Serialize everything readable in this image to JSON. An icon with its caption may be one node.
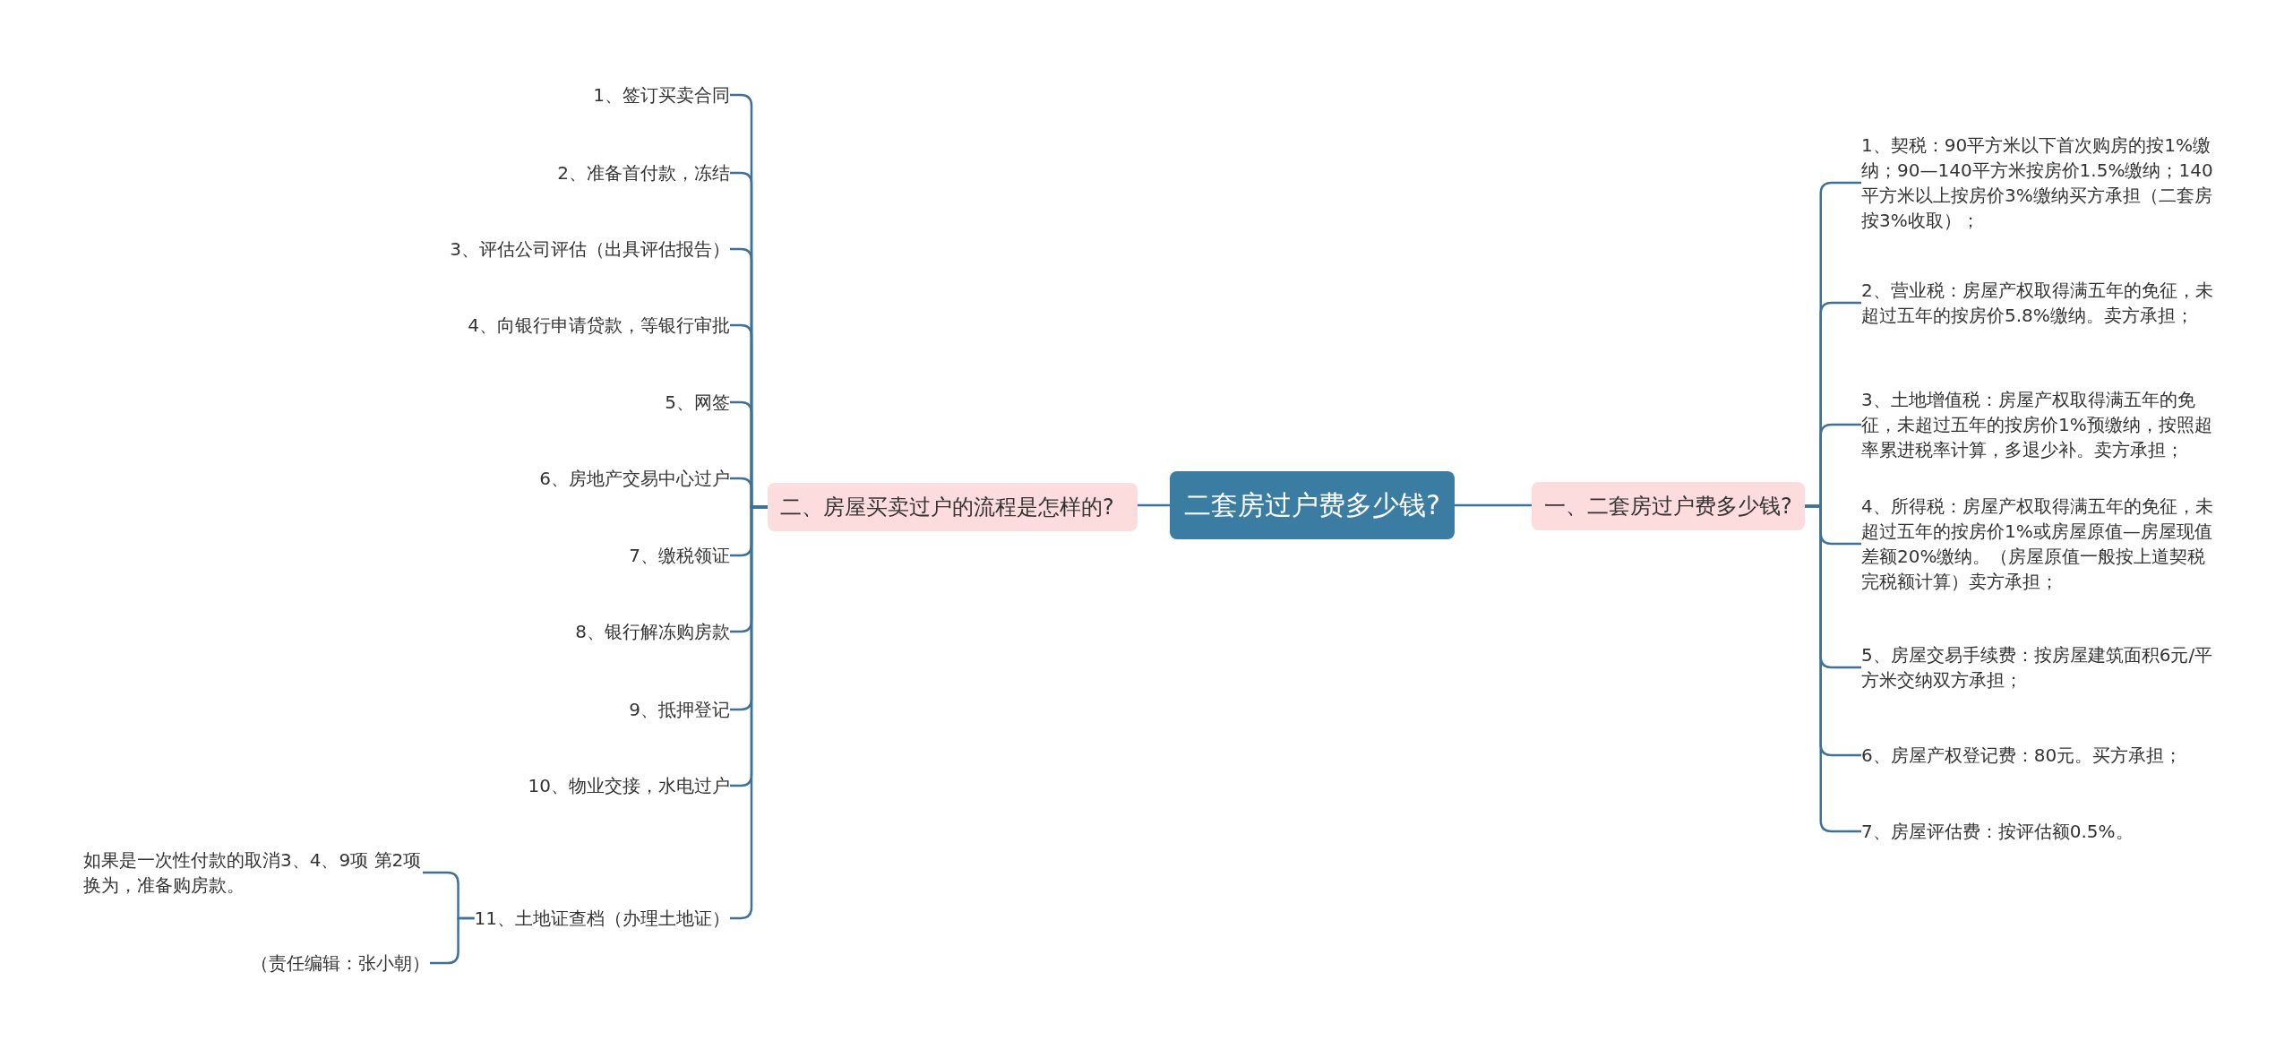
{
  "diagram": {
    "nodes": [
      {
        "text": [
          "二套房过户费多少钱?"
        ]
      },
      {
        "text": [
          "二、房屋买卖过户的流程是怎样的?"
        ]
      },
      {
        "text": [
          "1、签订买卖合同"
        ]
      },
      {
        "text": [
          "2、准备首付款，冻结"
        ]
      },
      {
        "text": [
          "3、评估公司评估（出具评估报告）"
        ]
      },
      {
        "text": [
          "4、向银行申请贷款，等银行审批"
        ]
      },
      {
        "text": [
          "5、网签"
        ]
      },
      {
        "text": [
          "6、房地产交易中心过户"
        ]
      },
      {
        "text": [
          "7、缴税领证"
        ]
      },
      {
        "text": [
          "8、银行解冻购房款"
        ]
      },
      {
        "text": [
          "9、抵押登记"
        ]
      },
      {
        "text": [
          "10、物业交接，水电过户"
        ]
      },
      {
        "text": [
          "11、土地证查档（办理土地证）"
        ]
      },
      {
        "text": [
          "如果是一次性付款的取消3、4、9项 第2项换为，准备购房款。"
        ]
      },
      {
        "text": [
          "（责任编辑：张小朝）"
        ]
      },
      {
        "text": [
          "一、二套房过户费多少钱?"
        ]
      },
      {
        "text": [
          "1、契税：90平方米以下首次购房的按1%缴纳；90—140平方米按房价1.5%缴纳；140平方米以上按房价3%缴纳买方承担（二套房按3%收取）；"
        ]
      },
      {
        "text": [
          "2、营业税：房屋产权取得满五年的免征，未超过五年的按房价5.8%缴纳。卖方承担；"
        ]
      },
      {
        "text": [
          "3、土地增值税：房屋产权取得满五年的免征，未超过五年的按房价1%预缴纳，按照超率累进税率计算，多退少补。卖方承担；"
        ]
      },
      {
        "text": [
          "4、所得税：房屋产权取得满五年的免征，未超过五年的按房价1%或房屋原值—房屋现值差额20%缴纳。（房屋原值一般按上道契税完税额计算）卖方承担；"
        ]
      },
      {
        "text": [
          "5、房屋交易手续费：按房屋建筑面积6元/平方米交纳双方承担；"
        ]
      },
      {
        "text": [
          "6、房屋产权登记费：80元。买方承担；"
        ]
      },
      {
        "text": [
          "7、房屋评估费：按评估额0.5%。"
        ]
      }
    ],
    "edges": [
      {
        "from": 0,
        "to": 1,
        "arrow": "none"
      },
      {
        "from": 1,
        "to": 2,
        "arrow": "none"
      },
      {
        "from": 1,
        "to": 3,
        "arrow": "none"
      },
      {
        "from": 1,
        "to": 4,
        "arrow": "none"
      },
      {
        "from": 1,
        "to": 5,
        "arrow": "none"
      },
      {
        "from": 1,
        "to": 6,
        "arrow": "none"
      },
      {
        "from": 1,
        "to": 7,
        "arrow": "none"
      },
      {
        "from": 1,
        "to": 8,
        "arrow": "none"
      },
      {
        "from": 1,
        "to": 9,
        "arrow": "none"
      },
      {
        "from": 1,
        "to": 10,
        "arrow": "none"
      },
      {
        "from": 1,
        "to": 11,
        "arrow": "none"
      },
      {
        "from": 1,
        "to": 12,
        "arrow": "none"
      },
      {
        "from": 12,
        "to": 13,
        "arrow": "none"
      },
      {
        "from": 12,
        "to": 14,
        "arrow": "none"
      },
      {
        "from": 0,
        "to": 15,
        "arrow": "none"
      },
      {
        "from": 15,
        "to": 16,
        "arrow": "none"
      },
      {
        "from": 15,
        "to": 17,
        "arrow": "none"
      },
      {
        "from": 15,
        "to": 18,
        "arrow": "none"
      },
      {
        "from": 15,
        "to": 19,
        "arrow": "none"
      },
      {
        "from": 15,
        "to": 20,
        "arrow": "none"
      },
      {
        "from": 15,
        "to": 21,
        "arrow": "none"
      },
      {
        "from": 15,
        "to": 22,
        "arrow": "none"
      }
    ]
  }
}
